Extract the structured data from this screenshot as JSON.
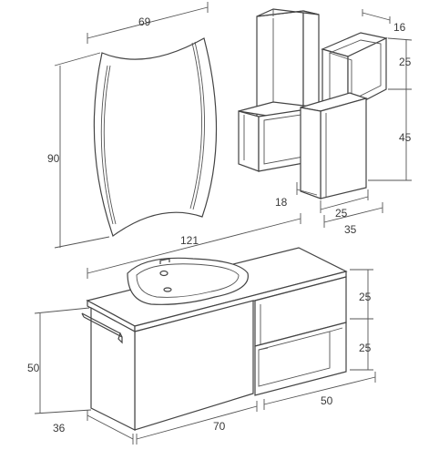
{
  "mirror": {
    "width_label": "69",
    "height_label": "90"
  },
  "shelving": {
    "depth_label": "16",
    "top_box_height_label": "25",
    "column_height_label": "45",
    "left_box_depth_label": "18",
    "column_depth_label": "25",
    "overall_depth_label": "35"
  },
  "vanity": {
    "overall_width_label": "121",
    "drawer_height_label": "25",
    "open_shelf_height_label": "25",
    "height_label": "50",
    "depth_label": "36",
    "main_width_label": "70",
    "side_width_label": "50"
  },
  "colors": {
    "line": "#444444",
    "label": "#3a3a3a",
    "background": "#ffffff"
  }
}
